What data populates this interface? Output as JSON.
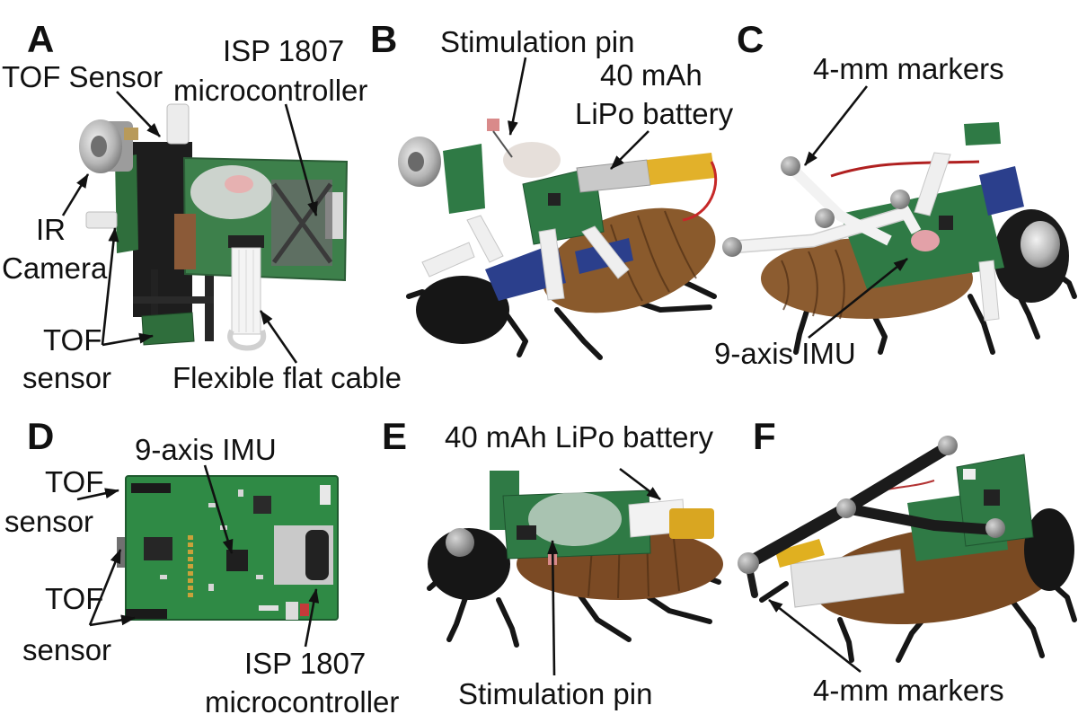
{
  "figure": {
    "panel_a": {
      "letter": "A",
      "tof_sensor_label": "TOF Sensor",
      "isp_label_line1": "ISP 1807",
      "isp_label_line2": "microcontroller",
      "ir_camera_line1": "IR",
      "ir_camera_line2": "Camera",
      "tof_label_line1": "TOF",
      "tof_label_line2": "sensor",
      "cable_label": "Flexible flat cable"
    },
    "panel_b": {
      "letter": "B",
      "stimulation_pin_label": "Stimulation pin",
      "battery_line1": "40 mAh",
      "battery_line2": "LiPo battery"
    },
    "panel_c": {
      "letter": "C",
      "markers_label": "4-mm markers",
      "imu_label": "9-axis IMU"
    },
    "panel_d": {
      "letter": "D",
      "imu_label": "9-axis IMU",
      "tof_top_line1": "TOF",
      "tof_top_line2": "sensor",
      "tof_bottom_line1": "TOF",
      "tof_bottom_line2": "sensor",
      "isp_label_line1": "ISP 1807",
      "isp_label_line2": "microcontroller"
    },
    "panel_e": {
      "letter": "E",
      "battery_label": "40 mAh LiPo battery",
      "stimulation_pin_label": "Stimulation pin"
    },
    "panel_f": {
      "letter": "F",
      "markers_label": "4-mm markers"
    }
  }
}
